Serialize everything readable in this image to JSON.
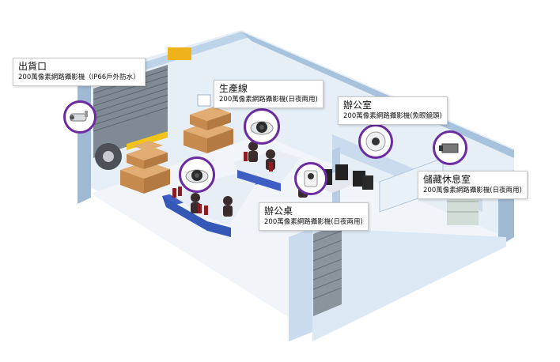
{
  "callouts": [
    {
      "id": "loading-dock",
      "title": "出貨口",
      "subtitle": "200萬像素網路攝影機（IP66戶外防水）"
    },
    {
      "id": "production-line",
      "title": "生產線",
      "subtitle": "200萬像素網路攝影機(日夜兩用)"
    },
    {
      "id": "office",
      "title": "辦公室",
      "subtitle": "200萬像素網路攝影機(魚眼鏡頭)"
    },
    {
      "id": "storage-rest-room",
      "title": "儲藏休息室",
      "subtitle": "200萬像素網路攝影機(日夜兩用)"
    },
    {
      "id": "desk",
      "title": "辦公桌",
      "subtitle": "200萬像素網路攝影機(日夜兩用)"
    }
  ],
  "colors": {
    "ring": "#6a2ca0",
    "wall": "#d7e6f3",
    "wall_dark": "#a9c3dc",
    "floor": "#eef3f7",
    "counter": "#3f5ec4",
    "box": "#d49a5e"
  }
}
